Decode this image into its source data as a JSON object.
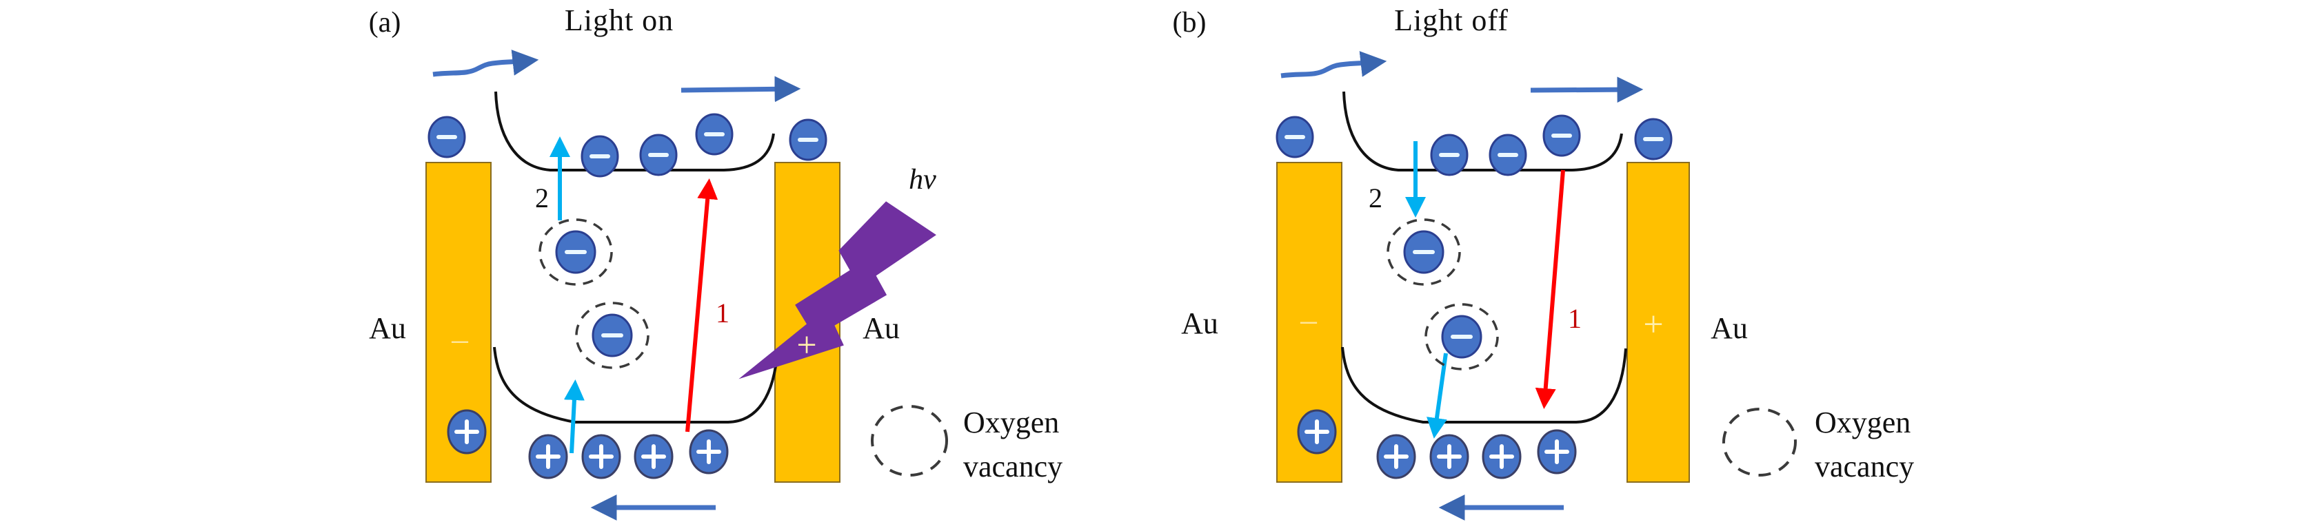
{
  "figure": {
    "colors": {
      "electrode_gold": "#FFC000",
      "carrier_blue": "#4573C6",
      "photon_bolt_purple": "#7030A0",
      "process1_red": "#FF0000",
      "process1_label_red": "#C00000",
      "process2_cyan": "#00B0F0",
      "flow_arrow_blue": "#4472C4"
    },
    "panels": {
      "a": {
        "label": "(a)",
        "title": "Light on",
        "left_electrode": {
          "metal": "Au",
          "polarity": "−"
        },
        "right_electrode": {
          "metal": "Au",
          "polarity": "+"
        },
        "photon_label": "hv",
        "step1": "1",
        "step2": "2",
        "legend": {
          "line1": "Oxygen",
          "line2": "vacancy"
        }
      },
      "b": {
        "label": "(b)",
        "title": "Light off",
        "left_electrode": {
          "metal": "Au",
          "polarity": "−"
        },
        "right_electrode": {
          "metal": "Au",
          "polarity": "+"
        },
        "step1": "1",
        "step2": "2",
        "legend": {
          "line1": "Oxygen",
          "line2": "vacancy"
        }
      }
    }
  }
}
